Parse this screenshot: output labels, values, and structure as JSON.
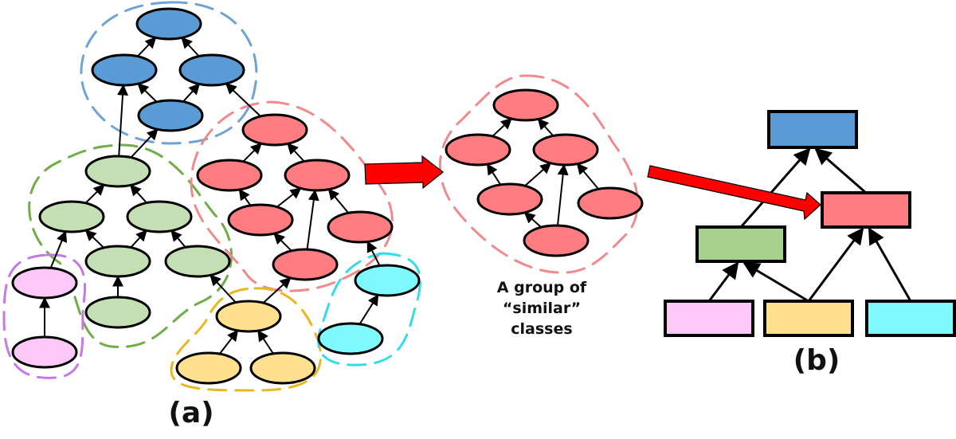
{
  "colors": {
    "blue": "#5b9bd5",
    "green": "#c5dfb4",
    "green_box": "#a9d18e",
    "pink": "#fcc8f8",
    "red": "#ff7c80",
    "yellow": "#ffe08f",
    "cyan": "#7ffbff",
    "arrow_red": "#ff0000",
    "outline_blue": "#6fa3d6",
    "outline_green": "#70ad47",
    "outline_pink": "#c678e8",
    "outline_red": "#f08a8c",
    "outline_yellow": "#e8b820",
    "outline_cyan": "#33dde8"
  },
  "panel_a": {
    "caption": "(a)",
    "groups": [
      {
        "name": "blue",
        "nodes": 4
      },
      {
        "name": "green",
        "nodes": 6
      },
      {
        "name": "pink",
        "nodes": 2
      },
      {
        "name": "red",
        "nodes": 6
      },
      {
        "name": "yellow",
        "nodes": 3
      },
      {
        "name": "cyan",
        "nodes": 2
      }
    ]
  },
  "middle": {
    "caption_line1": "A group of",
    "caption_line2": "“similar” classes",
    "group": "red",
    "nodes": 6
  },
  "panel_b": {
    "caption": "(b)",
    "boxes": [
      "blue",
      "red",
      "green",
      "pink",
      "yellow",
      "cyan"
    ],
    "edges": [
      [
        "green",
        "blue"
      ],
      [
        "red",
        "blue"
      ],
      [
        "pink",
        "green"
      ],
      [
        "yellow",
        "green"
      ],
      [
        "yellow",
        "red"
      ],
      [
        "cyan",
        "red"
      ]
    ]
  }
}
